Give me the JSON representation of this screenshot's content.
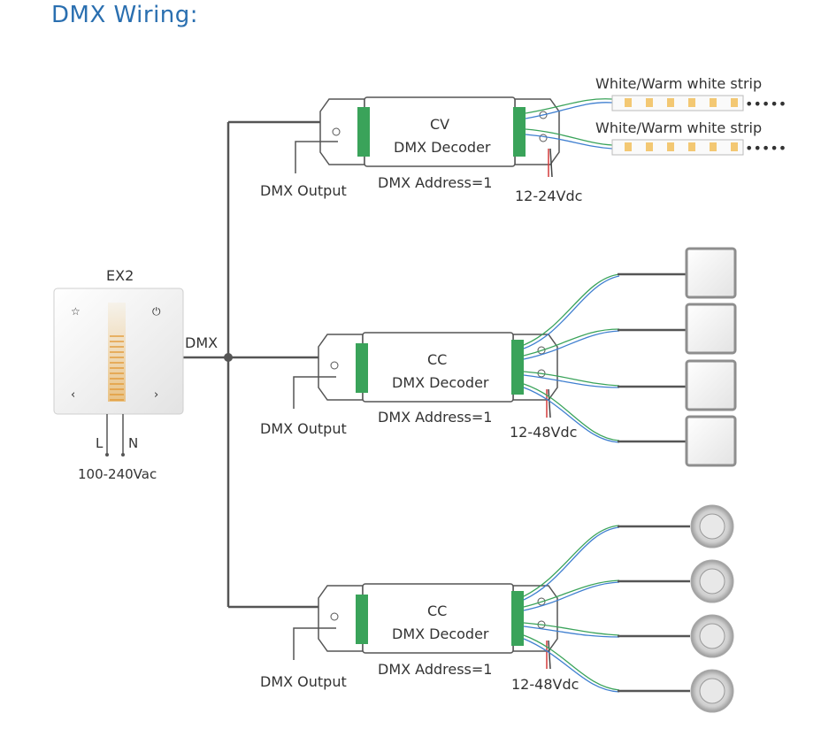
{
  "title": "DMX Wiring:",
  "panel": {
    "name": "EX2",
    "power_label": "100-240Vac",
    "live_label": "L",
    "neutral_label": "N"
  },
  "bus_label": "DMX",
  "decoders": [
    {
      "type": "CV",
      "name": "DMX Decoder",
      "output_label": "DMX Output",
      "address_label": "DMX Address=1",
      "supply_label": "12-24Vdc"
    },
    {
      "type": "CC",
      "name": "DMX Decoder",
      "output_label": "DMX Output",
      "address_label": "DMX Address=1",
      "supply_label": "12-48Vdc"
    },
    {
      "type": "CC",
      "name": "DMX Decoder",
      "output_label": "DMX Output",
      "address_label": "DMX Address=1",
      "supply_label": "12-48Vdc"
    }
  ],
  "strips": [
    {
      "label": "White/Warm white strip"
    },
    {
      "label": "White/Warm white strip"
    }
  ],
  "colors": {
    "title": "#2a6fb0",
    "wire": "#555555",
    "green_wire": "#3aa35a",
    "blue_wire": "#3f7fd0",
    "red_wire": "#d23a3a"
  }
}
